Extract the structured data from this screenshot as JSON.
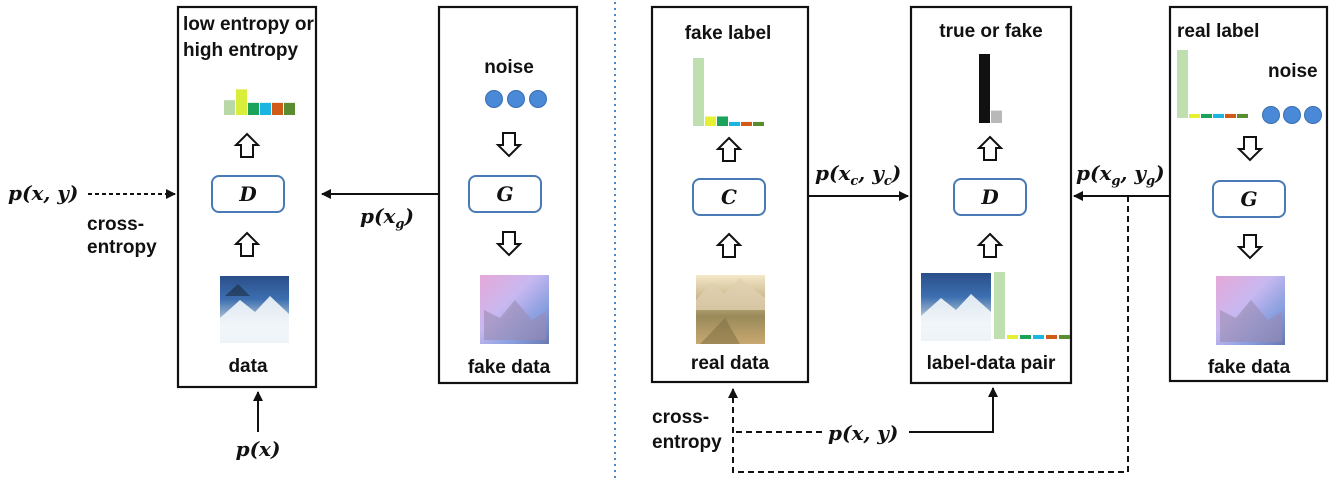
{
  "left_panel": {
    "discriminator_box": {
      "title_line1": "low entropy or",
      "title_line2": "high entropy",
      "node": "D",
      "input_label": "data",
      "input_image": "snowy-mountain-landscape",
      "output_bars": {
        "values": [
          0.55,
          0.95,
          0.45,
          0.45,
          0.45,
          0.45
        ],
        "colors": [
          "#b8d8a8",
          "#d9ee3a",
          "#1aa35a",
          "#1cb4e0",
          "#d05a18",
          "#5a8c30"
        ]
      }
    },
    "generator_box": {
      "title": "noise",
      "node": "G",
      "output_label": "fake data",
      "output_image": "pastel-generated-image"
    },
    "edges": {
      "pxy_left": "p(x, y)",
      "cross_entropy_line1": "cross-",
      "cross_entropy_line2": "entropy",
      "pxg": "p(x",
      "pxg_sub": "g",
      "px": "p(x)"
    }
  },
  "right_panel": {
    "classifier_box": {
      "title": "fake label",
      "node": "C",
      "input_label": "real data",
      "input_image": "alpine-valley-photo",
      "output_bars": {
        "values": [
          1.0,
          0.14,
          0.14,
          0.06,
          0.06,
          0.06
        ],
        "colors": [
          "#c0dfb0",
          "#e6f033",
          "#1aa35a",
          "#1cb4e0",
          "#d05a18",
          "#5a8c30"
        ]
      }
    },
    "discriminator_box": {
      "title": "true or fake",
      "node": "D",
      "input_label": "label-data pair",
      "input_image": "snowy-mountain-landscape",
      "output_bars": {
        "values": [
          1.0,
          0.18
        ],
        "colors": [
          "#111111",
          "#b8b8b8"
        ]
      },
      "pair_bars": {
        "values": [
          1.0,
          0.06,
          0.06,
          0.06,
          0.06,
          0.06
        ],
        "colors": [
          "#c0dfb0",
          "#e6f033",
          "#1aa35a",
          "#1cb4e0",
          "#d05a18",
          "#5a8c30"
        ]
      }
    },
    "generator_box": {
      "title": "real label",
      "subtitle": "noise",
      "node": "G",
      "output_label": "fake data",
      "output_image": "pastel-generated-image",
      "label_bars": {
        "values": [
          1.0,
          0.06,
          0.06,
          0.06,
          0.06,
          0.06
        ],
        "colors": [
          "#c0dfb0",
          "#e6f033",
          "#1aa35a",
          "#1cb4e0",
          "#d05a18",
          "#5a8c30"
        ]
      }
    },
    "edges": {
      "pxc_yc": "p(x",
      "pxc_sub1": "c",
      "pxc_mid": ", y",
      "pxc_sub2": "c",
      "pxg_yg": "p(x",
      "pxg_sub1": "g",
      "pxg_mid": ", y",
      "pxg_sub2": "g",
      "pxy": "p(x, y)",
      "cross_entropy_line1": "cross-",
      "cross_entropy_line2": "entropy"
    }
  },
  "colors": {
    "node_border": "#4a7ab5",
    "noise_dot": "#4a88d8",
    "divider": "#4a88c8"
  }
}
